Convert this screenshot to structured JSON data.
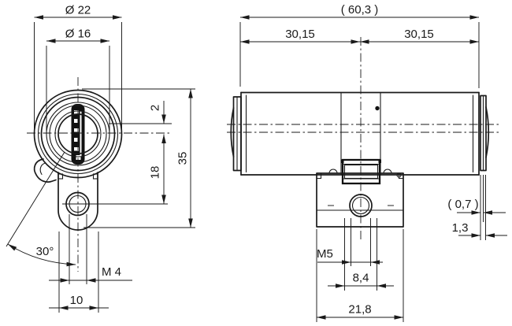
{
  "colors": {
    "line": "#1a1a1a",
    "background": "#ffffff"
  },
  "front_view": {
    "dia_outer": "Ø 22",
    "dia_inner": "Ø 16",
    "key_offset": "2",
    "hole_distance": "18",
    "total_height": "35",
    "clip_angle": "30°",
    "thread": "M 4",
    "tab_width": "10"
  },
  "side_view": {
    "total_length": "( 60,3 )",
    "half_length_left": "30,15",
    "half_length_right": "30,15",
    "clip_protrusion": "( 0,7 )",
    "clip_thickness": "1,3",
    "thread": "M5",
    "hole_span": "8,4",
    "foot_width": "21,8"
  }
}
